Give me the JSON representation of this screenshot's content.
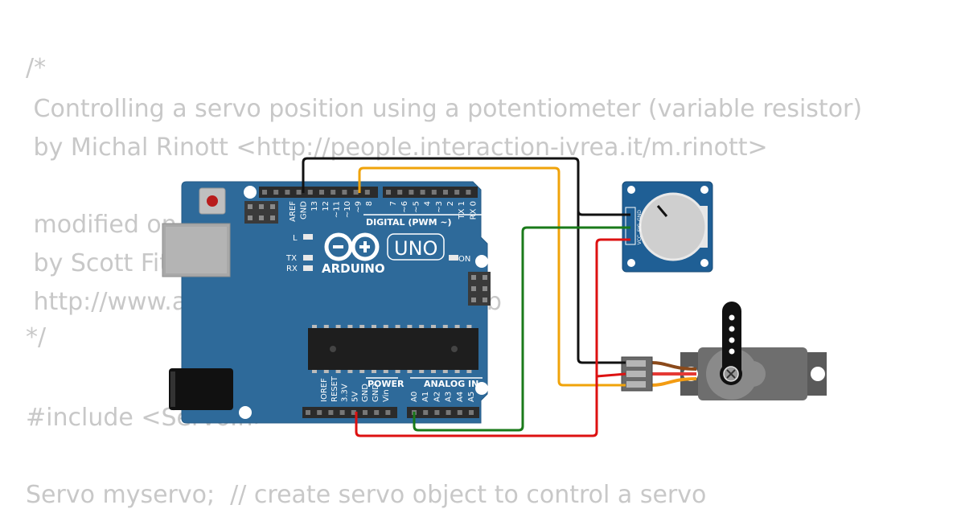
{
  "code_lines": [
    "/*",
    " Controlling a servo position using a potentiometer (variable resistor)",
    " by Michal Rinott <http://people.interaction-ivrea.it/m.rinott>",
    "",
    " modified on 8 Nov 2013",
    " by Scott Fitzgerald",
    " http://www.arduino.cc/en/Tutorial/Knob",
    "*/",
    "",
    "#include <Servo.h>",
    "",
    "Servo myservo;  // create servo object to control a servo"
  ],
  "arduino": {
    "brand": "ARDUINO",
    "model": "UNO",
    "digital_label": "DIGITAL (PWM ~)",
    "power_label": "POWER",
    "analog_label": "ANALOG IN",
    "on_label": "ON",
    "l_label": "L",
    "tx_label": "TX",
    "rx_label": "RX",
    "digital_pins_left": [
      "AREF",
      "GND",
      "13",
      "12",
      "~11",
      "~10",
      "~9",
      "8"
    ],
    "digital_pins_right": [
      "7",
      "~6",
      "~5",
      "4",
      "~3",
      "2",
      "TX 1",
      "RX 0"
    ],
    "power_pins": [
      "IOREF",
      "RESET",
      "3.3V",
      "5V",
      "GND",
      "GND",
      "Vin"
    ],
    "analog_pins": [
      "A0",
      "A1",
      "A2",
      "A3",
      "A4",
      "A5"
    ],
    "board_color": "#2e6a9a"
  },
  "potentiometer": {
    "pins": [
      "GND",
      "SIG",
      "VCC"
    ],
    "board_color": "#1f5f95"
  },
  "wire_colors": {
    "gnd": "#111111",
    "signal_servo": "#f0a30a",
    "signal_pot": "#1a7a1a",
    "power": "#dd1111"
  }
}
